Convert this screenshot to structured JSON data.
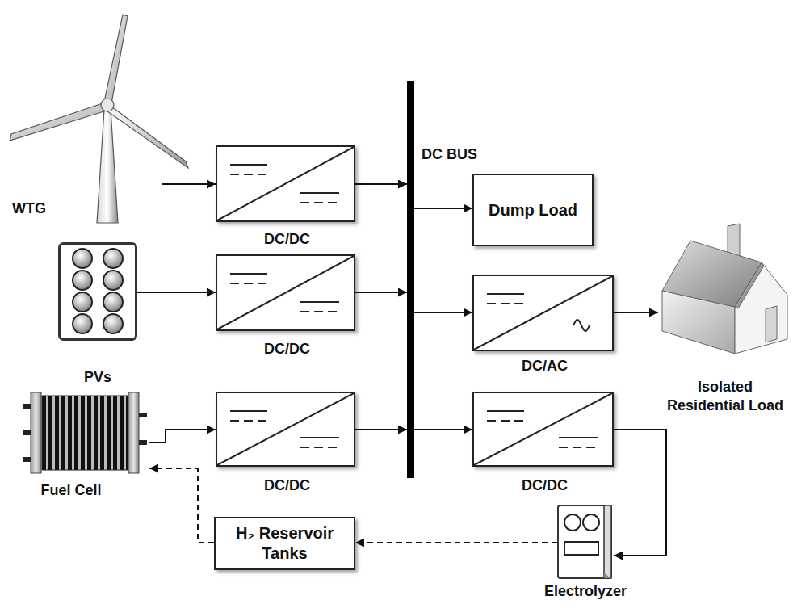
{
  "diagram": {
    "nodes": [
      {
        "text": [
          "WTG"
        ]
      },
      {
        "text": [
          "DC/DC"
        ]
      },
      {
        "text": [
          "DC BUS"
        ]
      },
      {
        "text": [
          "Dump Load"
        ]
      },
      {
        "text": [
          "PVs"
        ]
      },
      {
        "text": [
          "DC/DC"
        ]
      },
      {
        "text": [
          "DC/AC"
        ]
      },
      {
        "text": [
          "Isolated Residential Load"
        ]
      },
      {
        "text": [
          "Fuel Cell"
        ]
      },
      {
        "text": [
          "DC/DC"
        ]
      },
      {
        "text": [
          "DC/DC"
        ]
      },
      {
        "text": [
          "H₂ Reservoir Tanks"
        ]
      },
      {
        "text": [
          "Electrolyzer"
        ]
      }
    ],
    "edges": [
      {
        "from": 0,
        "to": 1,
        "arrow": "to"
      },
      {
        "from": 1,
        "to": 2,
        "arrow": "to"
      },
      {
        "from": 2,
        "to": 3,
        "arrow": "to"
      },
      {
        "from": 4,
        "to": 5,
        "arrow": "to"
      },
      {
        "from": 5,
        "to": 2,
        "arrow": "to"
      },
      {
        "from": 2,
        "to": 6,
        "arrow": "to"
      },
      {
        "from": 6,
        "to": 7,
        "arrow": "to"
      },
      {
        "from": 8,
        "to": 9,
        "arrow": "to"
      },
      {
        "from": 9,
        "to": 2,
        "arrow": "to"
      },
      {
        "from": 2,
        "to": 10,
        "arrow": "to"
      },
      {
        "from": 10,
        "to": 12,
        "arrow": "to"
      },
      {
        "from": 12,
        "to": 11,
        "arrow": "to"
      },
      {
        "from": 11,
        "to": 8,
        "arrow": "to"
      }
    ]
  }
}
